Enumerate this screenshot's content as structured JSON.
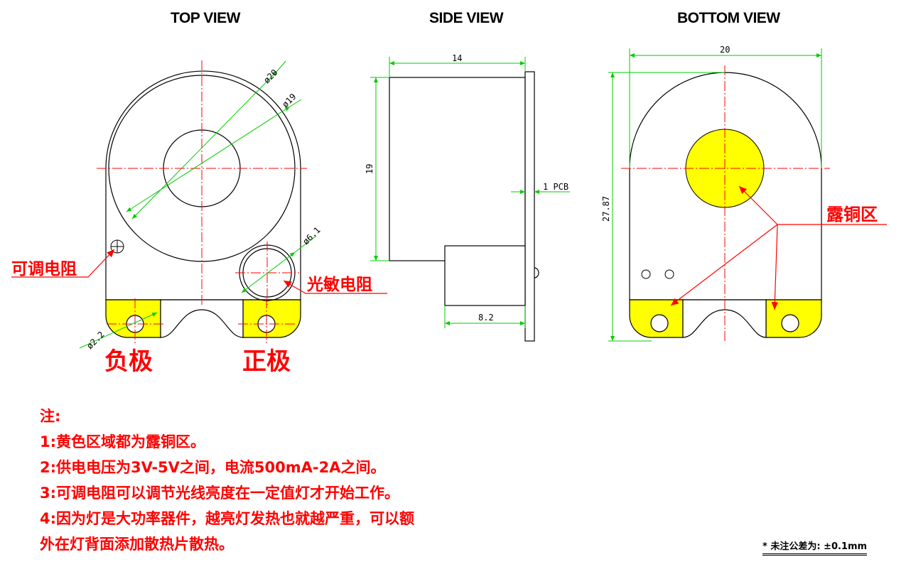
{
  "views": {
    "top": "TOP VIEW",
    "side": "SIDE VIEW",
    "bottom": "BOTTOM VIEW"
  },
  "dimensions": {
    "d20": "ø20",
    "d19": "ø19",
    "d6_1": "ø6.1",
    "d2_2": "ø2.2",
    "w14": "14",
    "h19": "19",
    "pcb": "1 PCB",
    "w8_2": "8.2",
    "w20": "20",
    "h27_87": "27.87"
  },
  "labels": {
    "potentiometer": "可调电阻",
    "photoresistor": "光敏电阻",
    "negative": "负极",
    "positive": "正极",
    "copper": "露铜区"
  },
  "notes": {
    "title": "注:",
    "lines": [
      "1:黄色区域都为露铜区。",
      "2:供电电压为3V-5V之间，电流500mA-2A之间。",
      "3:可调电阻可以调节光线亮度在一定值灯才开始工作。",
      "4:因为灯是大功率器件，越亮灯发热也就越严重，可以额",
      "外在灯背面添加散热片散热。"
    ]
  },
  "tolerance": "* 未注公差为: ±0.1mm",
  "colors": {
    "copper_fill": "#ffff00",
    "dimension": "#00cc00",
    "annotation": "#ff0000",
    "outline": "#000000"
  }
}
